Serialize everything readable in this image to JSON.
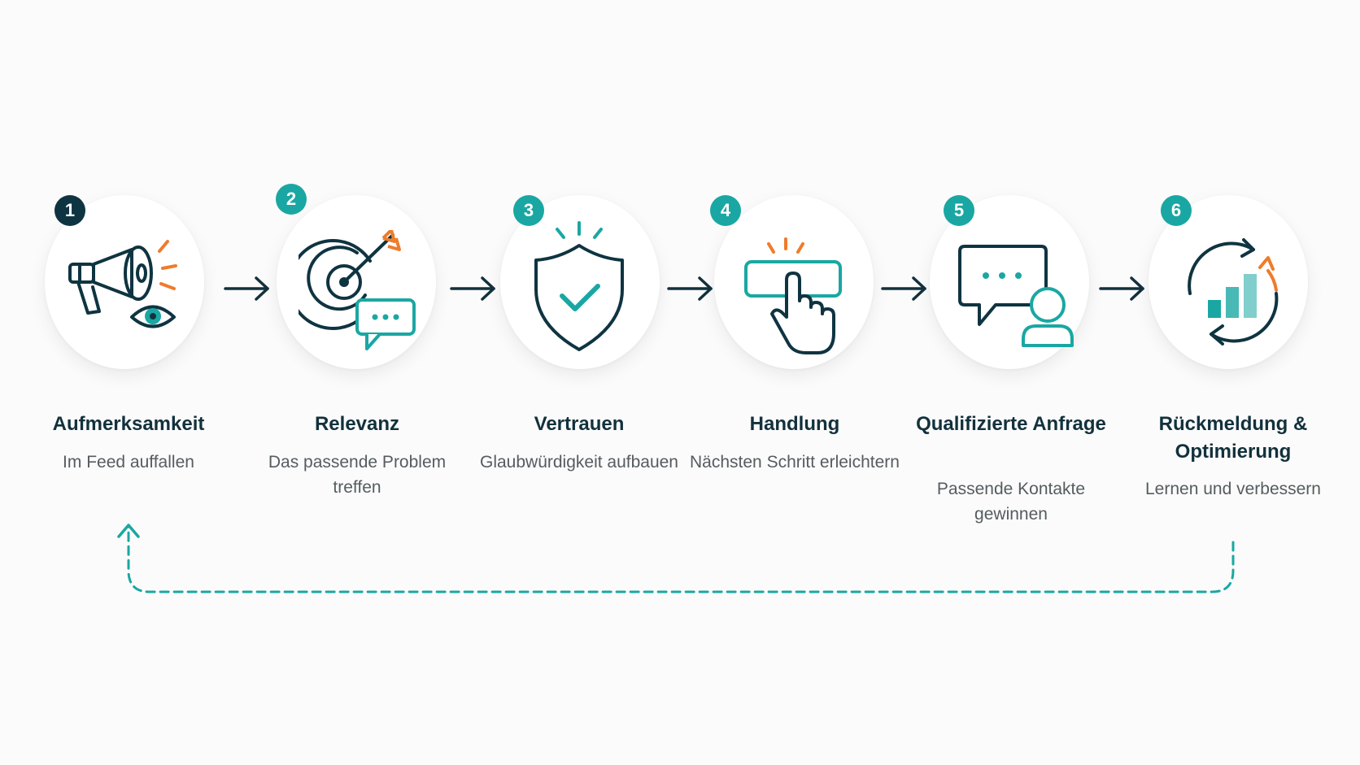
{
  "steps": [
    {
      "number": "1",
      "title": "Aufmerksamkeit",
      "description": "Im Feed auffallen",
      "icon": "megaphone-eye-icon"
    },
    {
      "number": "2",
      "title": "Relevanz",
      "description": "Das passende Problem treffen",
      "icon": "target-chat-icon"
    },
    {
      "number": "3",
      "title": "Vertrauen",
      "description": "Glaubwürdigkeit aufbauen",
      "icon": "shield-check-icon"
    },
    {
      "number": "4",
      "title": "Handlung",
      "description": "Nächsten Schritt erleichtern",
      "icon": "click-button-icon"
    },
    {
      "number": "5",
      "title": "Qualifizierte Anfrage",
      "description": "Passende Kontakte gewinnen",
      "icon": "chat-person-icon"
    },
    {
      "number": "6",
      "title": "Rückmeldung & Optimierung",
      "description": "Lernen und verbessern",
      "icon": "cycle-chart-icon"
    }
  ],
  "colors": {
    "teal": "#1aa7a3",
    "navy": "#0f3441",
    "orange": "#f07b2b",
    "text": "#12313c",
    "muted": "#555c60"
  }
}
